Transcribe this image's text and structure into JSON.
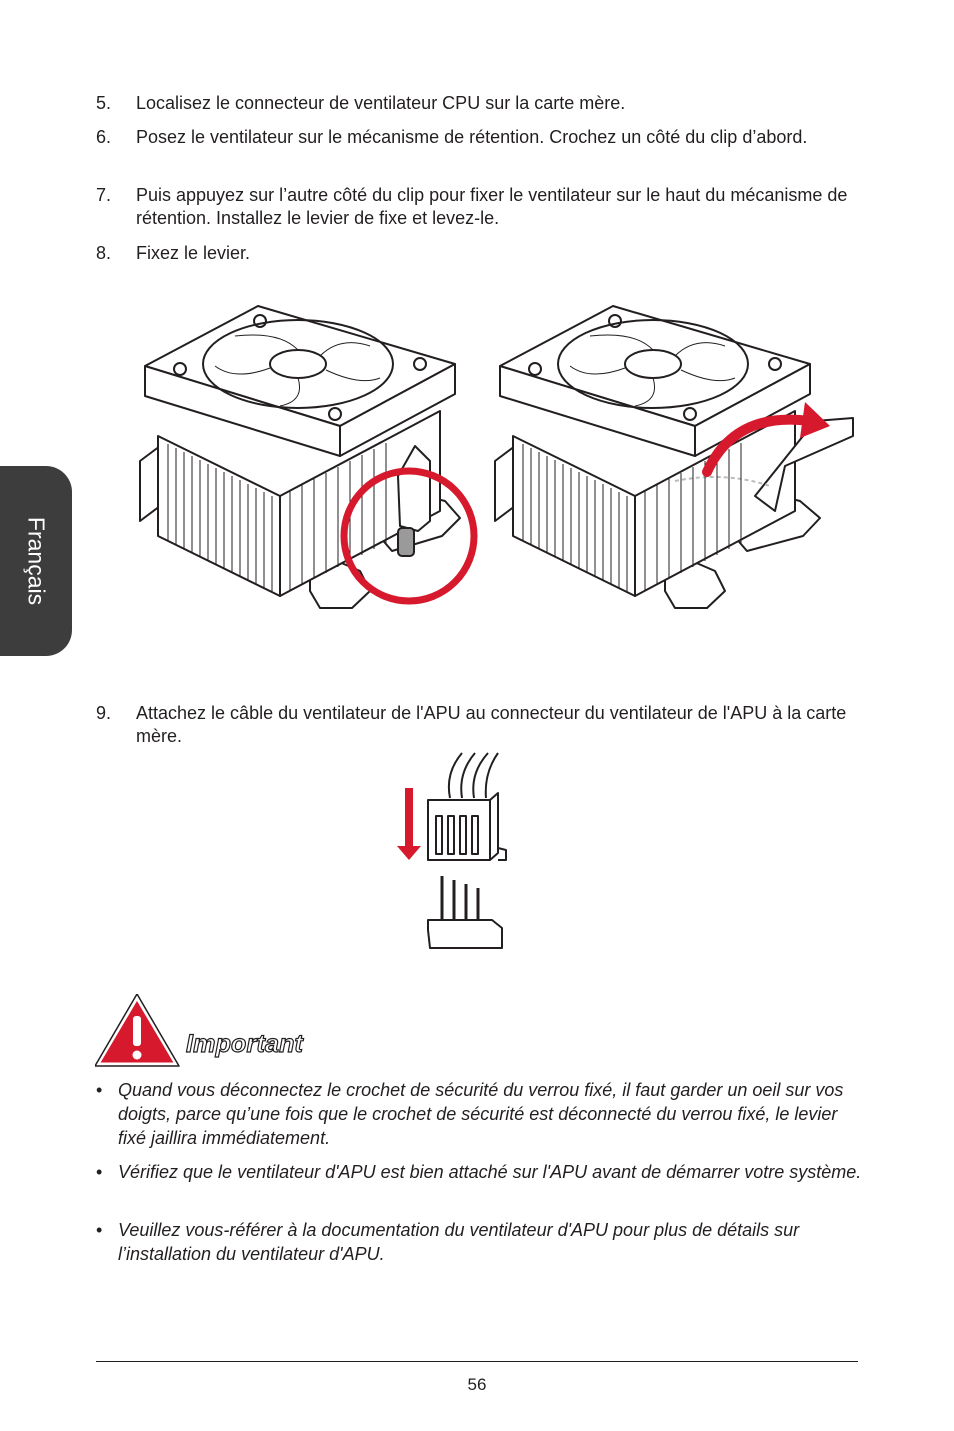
{
  "side_tab": {
    "label": "Français"
  },
  "steps": [
    {
      "number": "5.",
      "text": "Localisez le connecteur de ventilateur CPU sur la carte mère."
    },
    {
      "number": "6.",
      "text": "Posez le ventilateur sur le mécanisme de rétention. Crochez un côté du clip d’abord."
    },
    {
      "number": "7.",
      "text": "Puis appuyez sur l’autre côté du clip pour fixer le ventilateur sur le haut du mécanisme de rétention. Installez le levier de fixe et levez-le."
    },
    {
      "number": "8.",
      "text": "Fixez le levier."
    },
    {
      "number": "9.",
      "text": "Attachez le câble du ventilateur de l'APU au connecteur du ventilateur de l'APU à la carte mère."
    }
  ],
  "important": {
    "title": "Important",
    "bullet_symbol": "•",
    "bullets": [
      "Quand vous déconnectez le crochet de sécurité du verrou fixé, il faut garder un oeil sur vos doigts, parce qu’une fois que le crochet de sécurité est déconnecté du verrou fixé, le levier fixé jaillira immédiatement.",
      "Vérifiez que le ventilateur d'APU est bien attaché sur l'APU avant de démarrer votre système.",
      "Veuillez vous-référer à la documentation du ventilateur d'APU pour plus de détails sur l’installation du ventilateur d'APU."
    ]
  },
  "colors": {
    "accent_red": "#d7192d",
    "tab_gray": "#3d3d3d",
    "text": "#231f20"
  },
  "icons": [
    "warning-triangle-icon"
  ],
  "footer": {
    "page_number": "56"
  }
}
